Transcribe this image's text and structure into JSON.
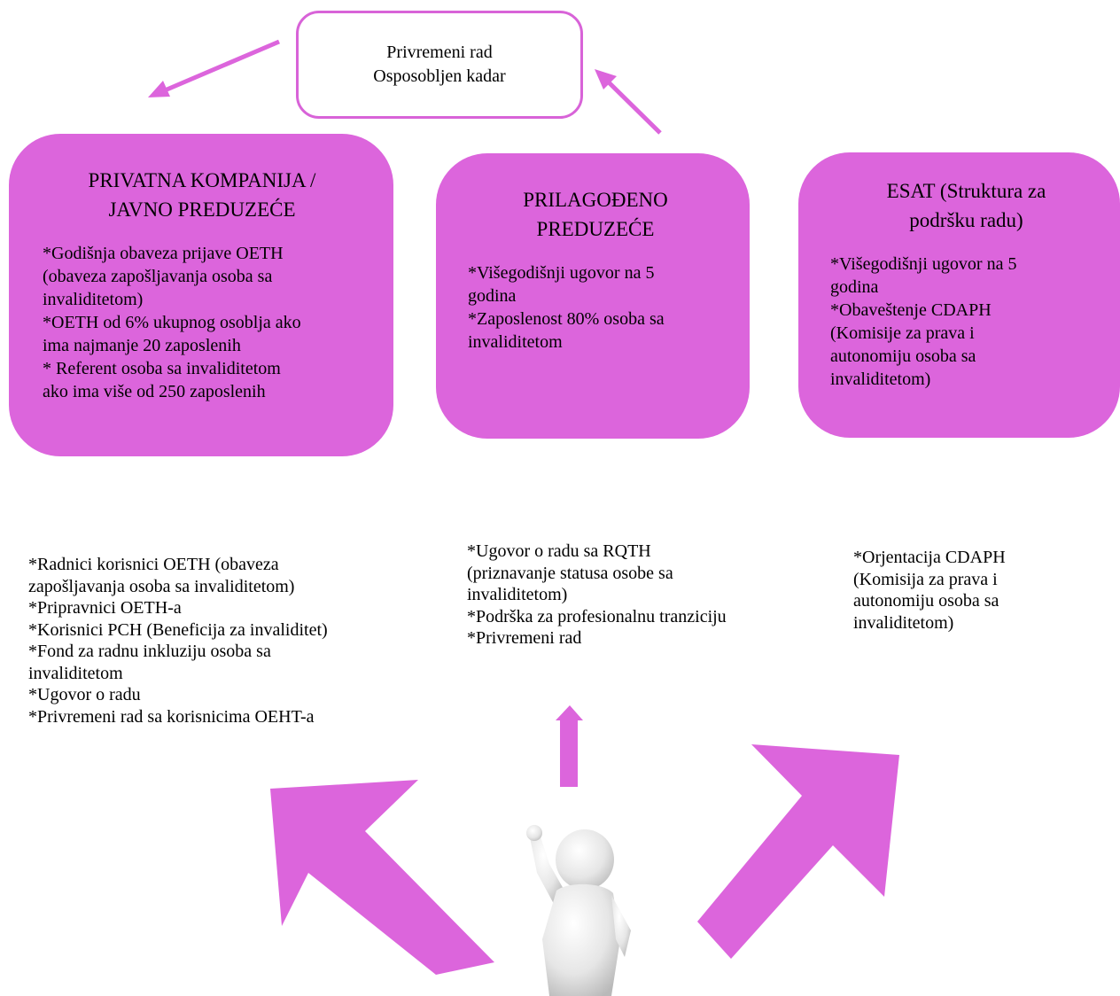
{
  "top_box": {
    "lines": [
      "Privremeni rad",
      "Osposobljen kadar"
    ]
  },
  "boxes": {
    "private": {
      "title": [
        "PRIVATNA KOMPANIJA /",
        "JAVNO PREDUZEĆE"
      ],
      "lines": [
        "*Godišnja obaveza prijave OETH",
        "(obaveza zapošljavanja osoba sa",
        "invaliditetom)",
        "*OETH od 6% ukupnog osoblja ako",
        "ima najmanje 20 zaposlenih",
        "* Referent osoba sa invaliditetom",
        "ako ima više od 250 zaposlenih"
      ]
    },
    "adapted": {
      "title": [
        "PRILAGOĐENO",
        "PREDUZEĆE"
      ],
      "lines": [
        "*Višegodišnji ugovor na 5",
        "godina",
        "*Zaposlenost 80% osoba sa",
        "invaliditetom"
      ]
    },
    "esat": {
      "title": [
        "ESAT (Struktura za",
        "podršku radu)"
      ],
      "lines": [
        "*Višegodišnji ugovor na 5",
        "godina",
        "*Obaveštenje CDAPH",
        "(Komisije za prava i",
        "autonomiju osoba sa",
        "invaliditetom)"
      ]
    }
  },
  "lower": {
    "left": [
      "*Radnici korisnici OETH (obaveza",
      "zapošljavanja osoba sa invaliditetom)",
      "*Pripravnici OETH-a",
      "*Korisnici PCH (Beneficija za invaliditet)",
      "*Fond za radnu inkluziju osoba sa",
      "invaliditetom",
      "*Ugovor o radu",
      "*Privremeni rad sa korisnicima OEHT-a"
    ],
    "middle": [
      "*Ugovor o radu sa RQTH",
      "(priznavanje statusa osobe sa",
      "invaliditetom)",
      "*Podrška za profesionalnu tranziciju",
      "*Privremeni rad"
    ],
    "right": [
      "*Orjentacija CDAPH",
      "(Komisija za prava i",
      "autonomiju osoba sa",
      "invaliditetom)"
    ]
  },
  "colors": {
    "magenta": "#dc65dc",
    "border": "#d863d8"
  },
  "icons": {
    "person": "waving-person-figure"
  }
}
